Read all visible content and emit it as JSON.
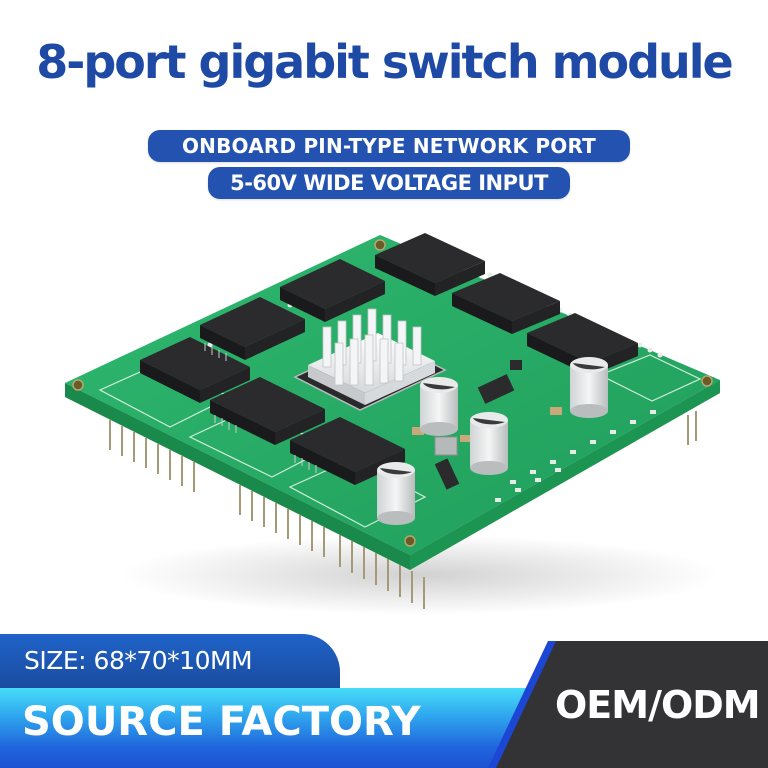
{
  "header": {
    "title": "8-port gigabit switch module",
    "badges": [
      {
        "label": "ONBOARD PIN-TYPE NETWORK PORT"
      },
      {
        "label": "5-60V WIDE VOLTAGE INPUT"
      }
    ]
  },
  "product_image": {
    "subject": "green PCB switch module with aluminium heatsink",
    "components": {
      "transformer_chips": 8,
      "electrolytic_capacitors": 4,
      "heatsink": "aluminium pin-fin heatsink",
      "pin_headers": "through-hole pin rows on board edges"
    }
  },
  "footer": {
    "size_label": "SIZE: 68*70*10MM",
    "factory_label": "SOURCE FACTORY",
    "oem_label": "OEM/ODM"
  },
  "colors": {
    "title_blue": "#1e4aa5",
    "pill_blue": "#2352b0",
    "size_tab_blue": "#1a4a9c",
    "factory_cyan": "#47dcf8",
    "factory_blue": "#1c52d2",
    "oem_dark": "#333335",
    "pcb_green": "#23a862"
  }
}
